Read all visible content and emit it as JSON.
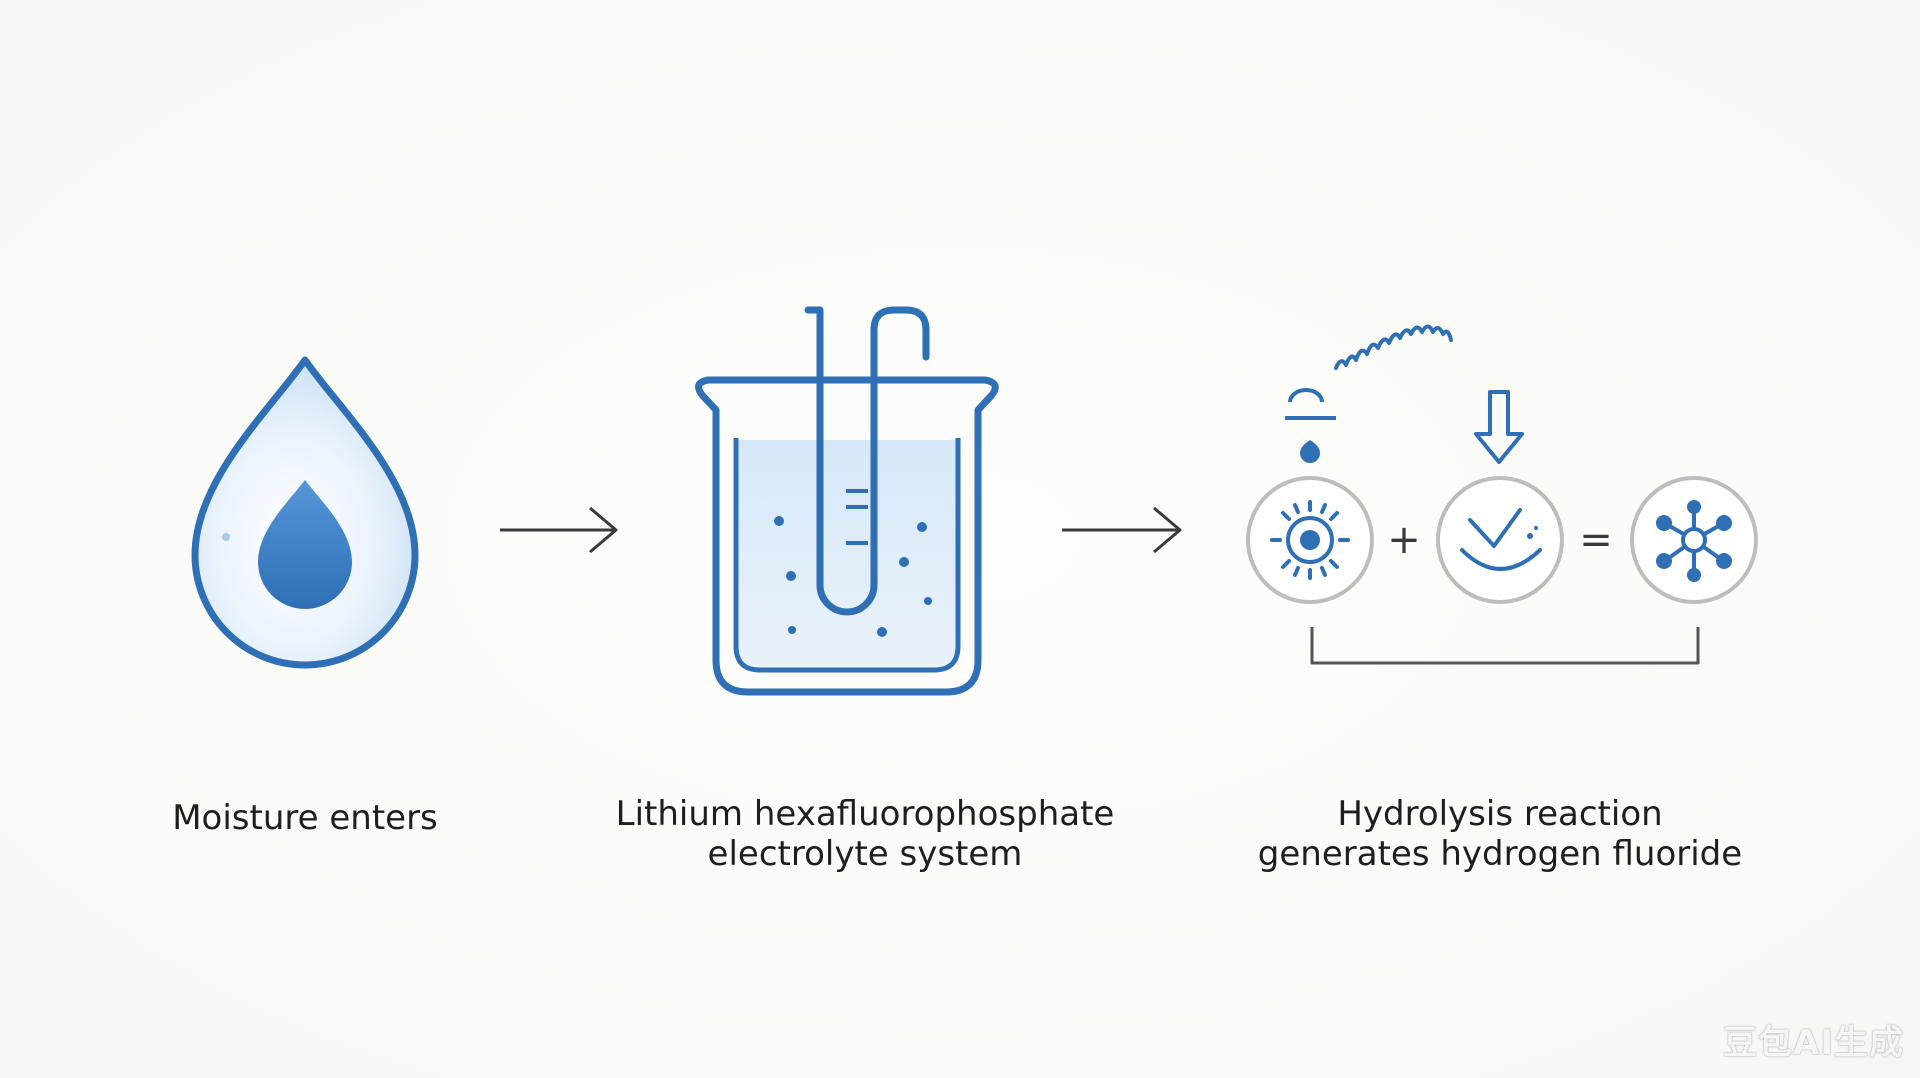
{
  "steps": [
    {
      "icon": "water-drop-icon",
      "lines": [
        "Moisture enters"
      ]
    },
    {
      "icon": "beaker-test-tube-icon",
      "lines": [
        "Lithium hexafluorophosphate",
        "electrolyte system"
      ]
    },
    {
      "icon": "reaction-equation-icon",
      "lines": [
        "Hydrolysis reaction",
        "generates hydrogen fluoride"
      ]
    }
  ],
  "equation": {
    "plus": "+",
    "equals": "="
  },
  "watermark": "豆包AI生成",
  "colors": {
    "accent": "#2f6fb5",
    "accent_fill": "#3c7fc6",
    "liquid": "#d9e9f8",
    "ring": "#bdbdbd",
    "arrow": "#3a3a3a",
    "text": "#1e1e1e"
  }
}
